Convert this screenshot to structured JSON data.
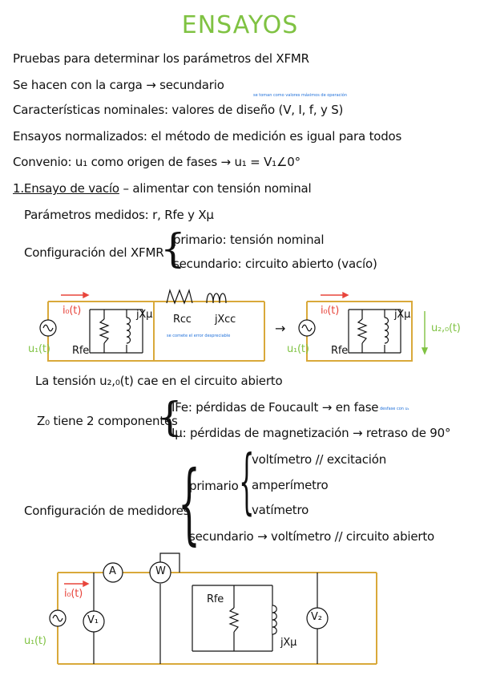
{
  "title": "ENSAYOS",
  "lines": {
    "l1": "Pruebas para determinar los parámetros del XFMR",
    "l2": "Se hacen con la carga → secundario",
    "l3": "Características nominales: valores de diseño (V, I, f, y S)",
    "l4": "Ensayos normalizados: el método de medición es igual para todos",
    "l5": "Convenio: u₁ como origen de fases → u₁ = V₁∠0°",
    "l6_head": "1.Ensayo de vacío",
    "l6_rest": " – alimentar con tensión nominal",
    "l7": "Parámetros medidos: r, Rfe y Xμ",
    "l8": "Configuración del XFMR",
    "l8a": "primario: tensión nominal",
    "l8b": "secundario: circuito abierto (vacío)",
    "l9": "La tensión u₂,₀(t) cae en el circuito abierto",
    "l10": "Z₀ tiene 2 componentes",
    "l10a": "IFe: pérdidas de Foucault → en fase",
    "l10b": "Iμ: pérdidas de magnetización → retraso de 90°",
    "l11": "Configuración de medidores",
    "l11p": "primario",
    "l11a": "voltímetro // excitación",
    "l11b": "amperímetro",
    "l11c": "vatímetro",
    "l11d": "secundario → voltímetro // circuito abierto"
  },
  "notes": {
    "n1": "se toman como valores máximos de operación",
    "n2": "se comete el error despreciable",
    "n3": "desfase con u₁"
  },
  "circuit1": {
    "i0": "i₀(t)",
    "jxmu": "jXμ",
    "rfe": "Rfe",
    "u1": "u₁(t)",
    "rcc": "Rcc",
    "jxcc": "jXcc",
    "arrow": "→",
    "u20": "u₂,₀(t)"
  },
  "circuit2": {
    "i0": "i₀(t)",
    "amm": "A",
    "watt": "W",
    "v1": "V₁",
    "v2": "V₂",
    "rfe": "Rfe",
    "jxmu": "jXμ",
    "u1": "u₁(t)"
  },
  "colors": {
    "title": "#7fc242",
    "red": "#e8453c",
    "green": "#7fc242",
    "blue": "#1e6fd9",
    "wire": "#d9a93a"
  }
}
